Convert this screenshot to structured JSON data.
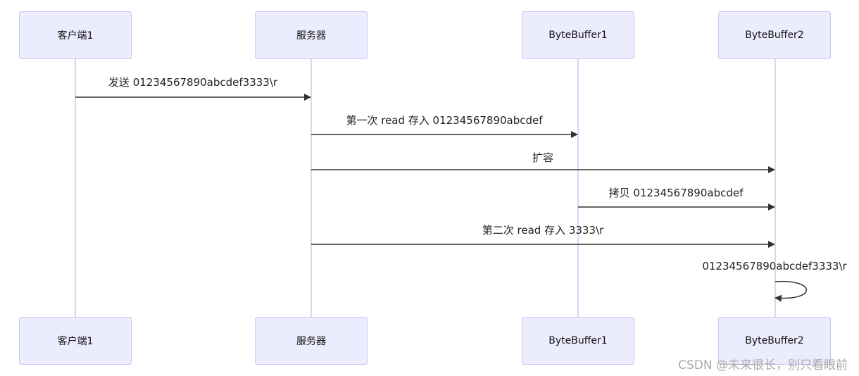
{
  "participants": {
    "client": "客户端1",
    "server": "服务器",
    "buffer1": "ByteBuffer1",
    "buffer2": "ByteBuffer2"
  },
  "messages": [
    {
      "from": "client",
      "to": "server",
      "label": "发送 01234567890abcdef3333\\r"
    },
    {
      "from": "server",
      "to": "buffer1",
      "label": "第一次 read 存入 01234567890abcdef"
    },
    {
      "from": "server",
      "to": "buffer2",
      "label": "扩容"
    },
    {
      "from": "buffer1",
      "to": "buffer2",
      "label": "拷贝 01234567890abcdef"
    },
    {
      "from": "server",
      "to": "buffer2",
      "label": "第二次 read 存入 3333\\r"
    },
    {
      "from": "buffer2",
      "to": "buffer2",
      "label": "01234567890abcdef3333\\r"
    }
  ],
  "watermark": "CSDN @未来很长，别只看眼前",
  "colors": {
    "actor_fill": "#ececff",
    "actor_border": "#c9c5ef",
    "lifeline": "#d9d6f2",
    "arrow": "#333333"
  }
}
